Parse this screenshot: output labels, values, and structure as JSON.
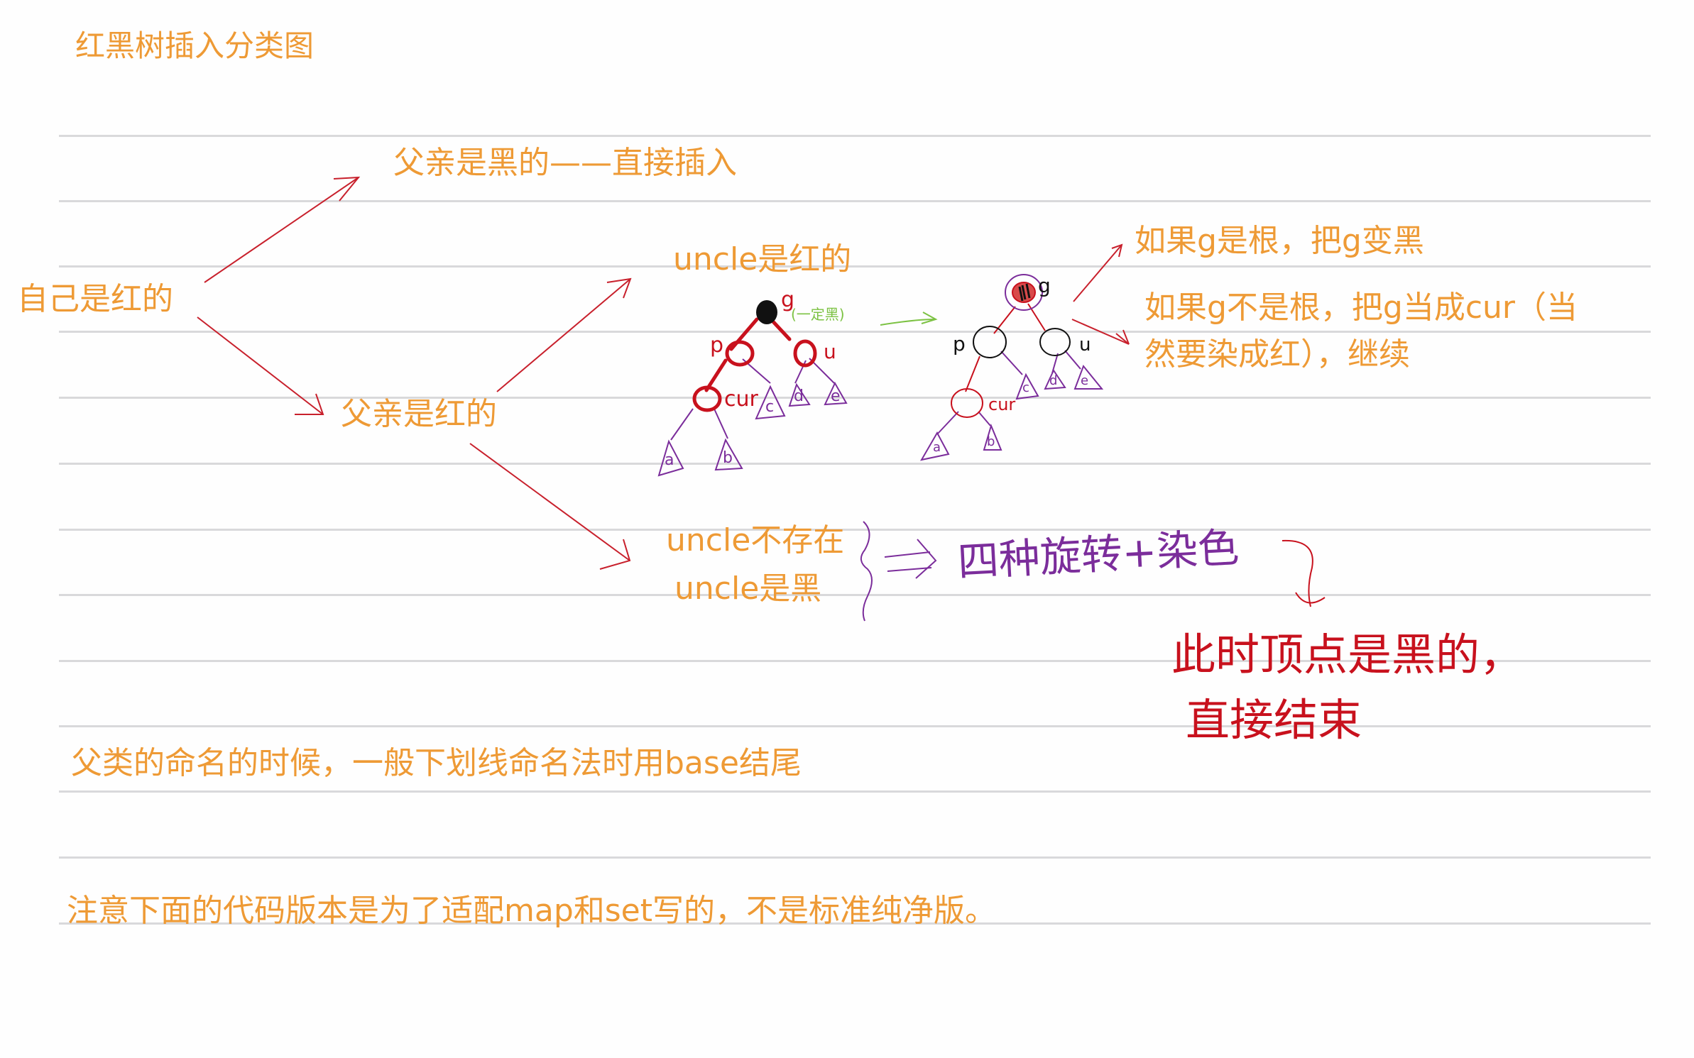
{
  "page": {
    "title": "红黑树插入分类图",
    "colors": {
      "typed_text": "#ee9a35",
      "rule_line": "#d9d9db",
      "arrow_red": "#c8202c",
      "ink_purple": "#7b2d9b",
      "ink_red": "#c8111d",
      "ink_green": "#7cc243",
      "ink_black": "#111111"
    }
  },
  "tree": {
    "root": "自己是红的",
    "parent_black": "父亲是黑的——直接插入",
    "parent_red": "父亲是红的",
    "uncle_red": "uncle是红的",
    "uncle_black_lines": [
      "uncle不存在",
      "uncle是黑"
    ],
    "uncle_black_action": "四种旋转+染色",
    "uncle_black_result": [
      "此时顶点是黑的，",
      "直接结束"
    ],
    "g_root_rule": "如果g是根，把g变黑",
    "g_not_root_rule": [
      "如果g不是根，把g当成cur（当",
      "然要染成红），继续"
    ]
  },
  "diagram_before": {
    "labels": {
      "g": "g",
      "g_note": "(一定黑)",
      "p": "p",
      "u": "u",
      "cur": "cur"
    },
    "subtrees": [
      "a",
      "b",
      "c",
      "d",
      "e"
    ]
  },
  "diagram_after": {
    "labels": {
      "g": "g",
      "p": "p",
      "u": "u",
      "cur": "cur"
    },
    "subtrees": [
      "a",
      "b",
      "c",
      "d",
      "e"
    ]
  },
  "notes": [
    "父类的命名的时候，一般下划线命名法时用base结尾",
    "注意下面的代码版本是为了适配map和set写的，不是标准纯净版。"
  ]
}
